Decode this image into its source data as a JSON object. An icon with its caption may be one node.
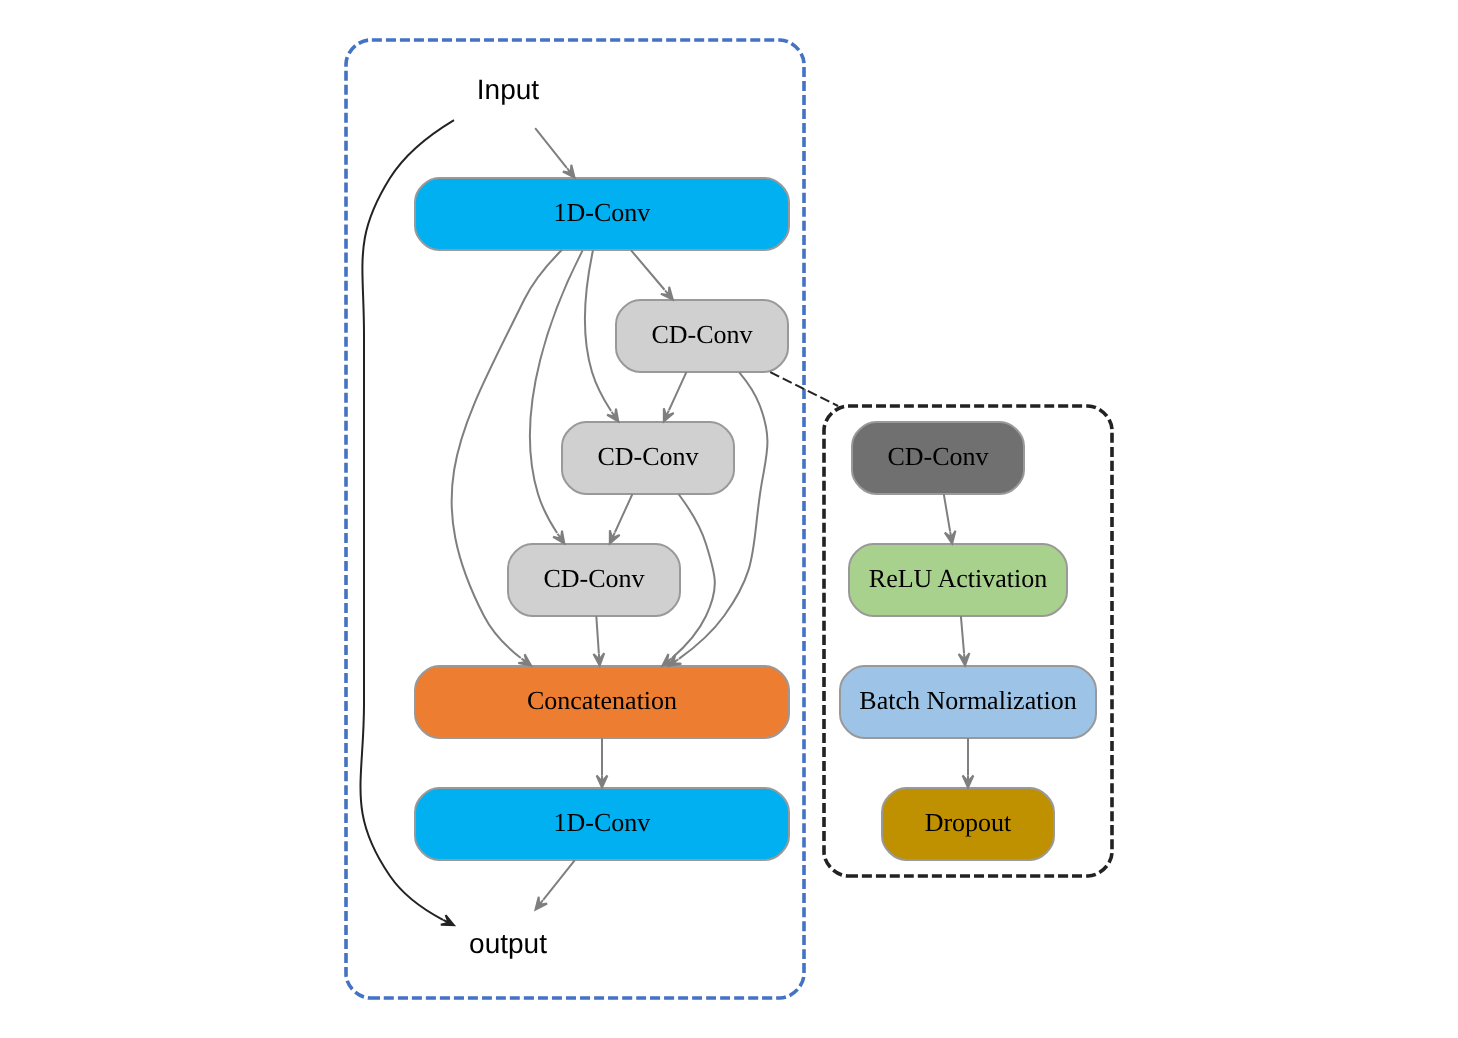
{
  "diagram": {
    "nodes": [
      {
        "text": [],
        "shape": "box"
      },
      {
        "text": [
          "Input"
        ],
        "in": 0
      },
      {
        "text": [
          "1D-Conv"
        ],
        "in": 0
      },
      {
        "text": [
          "CD-Conv"
        ],
        "in": 0
      },
      {
        "text": [
          "CD-Conv"
        ],
        "in": 0
      },
      {
        "text": [
          "CD-Conv"
        ],
        "in": 0
      },
      {
        "text": [
          "Concatenation"
        ],
        "in": 0
      },
      {
        "text": [
          "1D-Conv"
        ],
        "in": 0
      },
      {
        "text": [
          "output"
        ],
        "in": 0
      },
      {
        "text": [],
        "shape": "box"
      },
      {
        "text": [
          "CD-Conv"
        ],
        "in": 9
      },
      {
        "text": [
          "ReLU Activation"
        ],
        "in": 9
      },
      {
        "text": [
          "Batch Normalization"
        ],
        "in": 9
      },
      {
        "text": [
          "Dropout"
        ],
        "in": 9
      }
    ],
    "edges": [
      {
        "from": 1,
        "to": 2,
        "arrow": "to"
      },
      {
        "from": 1,
        "to": 8,
        "arrow": "to",
        "color": "#222222"
      },
      {
        "from": 2,
        "to": 6,
        "arrow": "to"
      },
      {
        "from": 2,
        "to": 5,
        "arrow": "to"
      },
      {
        "from": 2,
        "to": 4,
        "arrow": "to"
      },
      {
        "from": 2,
        "to": 3,
        "arrow": "to"
      },
      {
        "from": 3,
        "to": 4,
        "arrow": "to"
      },
      {
        "from": 3,
        "to": 6,
        "arrow": "to"
      },
      {
        "from": 4,
        "to": 5,
        "arrow": "to"
      },
      {
        "from": 4,
        "to": 6,
        "arrow": "to"
      },
      {
        "from": 5,
        "to": 6,
        "arrow": "to"
      },
      {
        "from": 6,
        "to": 7,
        "arrow": "to"
      },
      {
        "from": 7,
        "to": 8,
        "arrow": "to"
      },
      {
        "from": 3,
        "to": 9,
        "arrow": "none",
        "style": "dashed",
        "color": "#222222"
      },
      {
        "from": 10,
        "to": 11,
        "arrow": "to"
      },
      {
        "from": 11,
        "to": 12,
        "arrow": "to"
      },
      {
        "from": 12,
        "to": 13,
        "arrow": "to"
      }
    ]
  }
}
